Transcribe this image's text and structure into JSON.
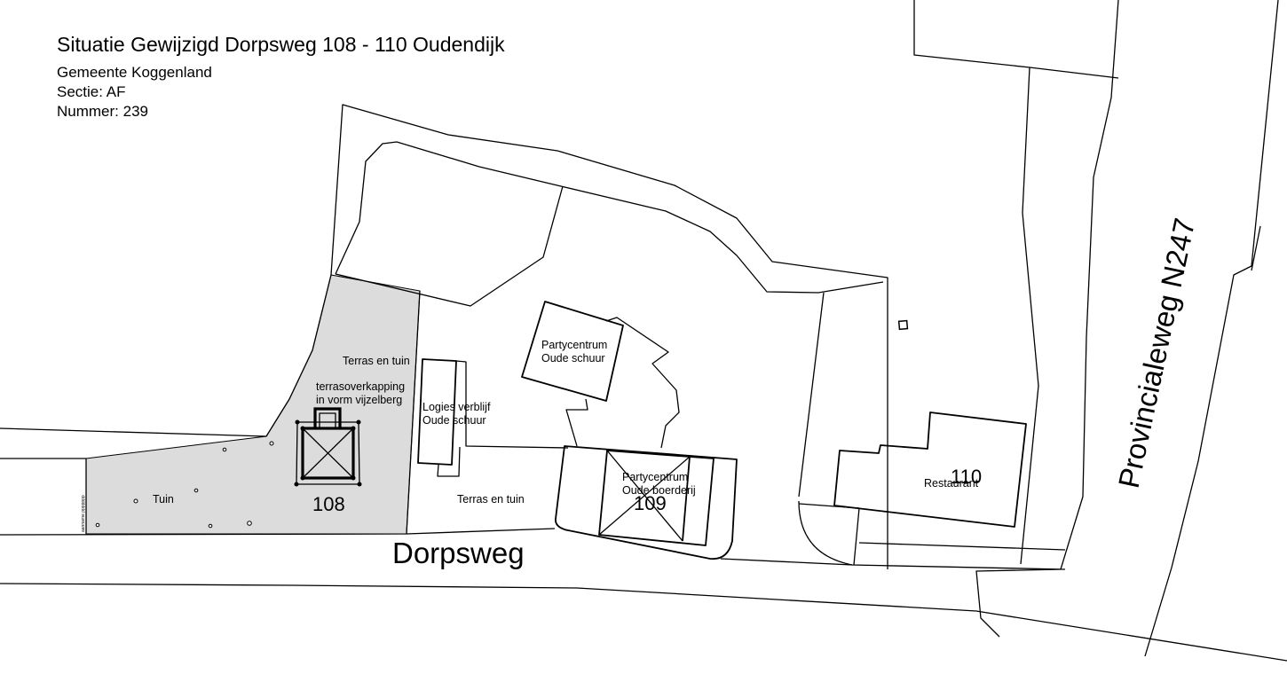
{
  "title": "Situatie Gewijzigd Dorpsweg 108 - 110 Oudendijk",
  "meta": {
    "municipality": "Gemeente Koggenland",
    "section": "Sectie: AF",
    "number": "Nummer: 239"
  },
  "roads": {
    "dorpsweg": "Dorpsweg",
    "provincialeweg": "Provincialeweg N247"
  },
  "labels": {
    "terras_tuin_upper": "Terras en tuin",
    "terrasoverkapping_1": "terrasoverkapping",
    "terrasoverkapping_2": "in vorm vijzelberg",
    "logies_1": "Logies verblijf",
    "logies_2": "Oude schuur",
    "party_schuur_1": "Partycentrum",
    "party_schuur_2": "Oude schuur",
    "party_boerderij_1": "Partycentrum",
    "party_boerderij_2": "Oude boerderij",
    "tuin": "Tuin",
    "terras_tuin_lower": "Terras en tuin",
    "restaurant": "Restaurant",
    "tiny_vertical": "aanname ppppppp"
  },
  "house_numbers": {
    "n108": "108",
    "n109": "109",
    "n110": "110"
  }
}
